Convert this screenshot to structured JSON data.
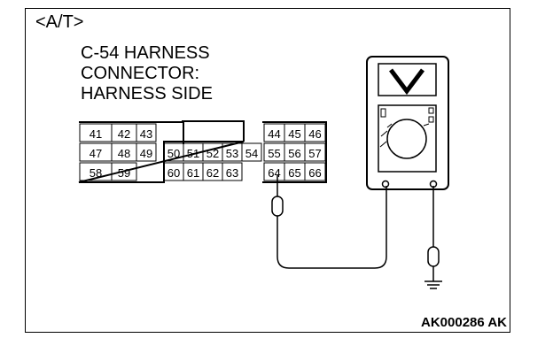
{
  "variant_label": "<A/T>",
  "connector_title": [
    "C-54 HARNESS",
    "CONNECTOR:",
    "HARNESS SIDE"
  ],
  "figure_code": "AK000286 AK",
  "connector": {
    "left_block": [
      [
        "41",
        "42",
        "43"
      ],
      [
        "47",
        "48",
        "49"
      ],
      [
        "58",
        "59"
      ]
    ],
    "mid_row": [
      "50",
      "51",
      "52",
      "53",
      "54"
    ],
    "mid_bottom": [
      "60",
      "61",
      "62",
      "63"
    ],
    "right_block": [
      [
        "44",
        "45",
        "46"
      ],
      [
        "55",
        "56",
        "57"
      ],
      [
        "64",
        "65",
        "66"
      ]
    ]
  },
  "probe_terminal": "64",
  "meter": {
    "display_symbol": "V",
    "function": "voltmeter"
  }
}
